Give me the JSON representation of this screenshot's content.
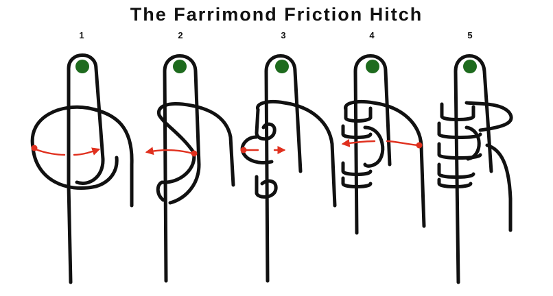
{
  "title": "The Farrimond Friction Hitch",
  "steps": [
    {
      "label": "1"
    },
    {
      "label": "2"
    },
    {
      "label": "3"
    },
    {
      "label": "4"
    },
    {
      "label": "5"
    }
  ],
  "colors": {
    "rope": "#111111",
    "finger_tip": "#1e6b1e",
    "arrow": "#e0301e",
    "background": "#ffffff"
  },
  "icons": {
    "finger": "finger-icon",
    "fingertip_marker": "green-dot-icon",
    "direction": "arrow-icon"
  }
}
